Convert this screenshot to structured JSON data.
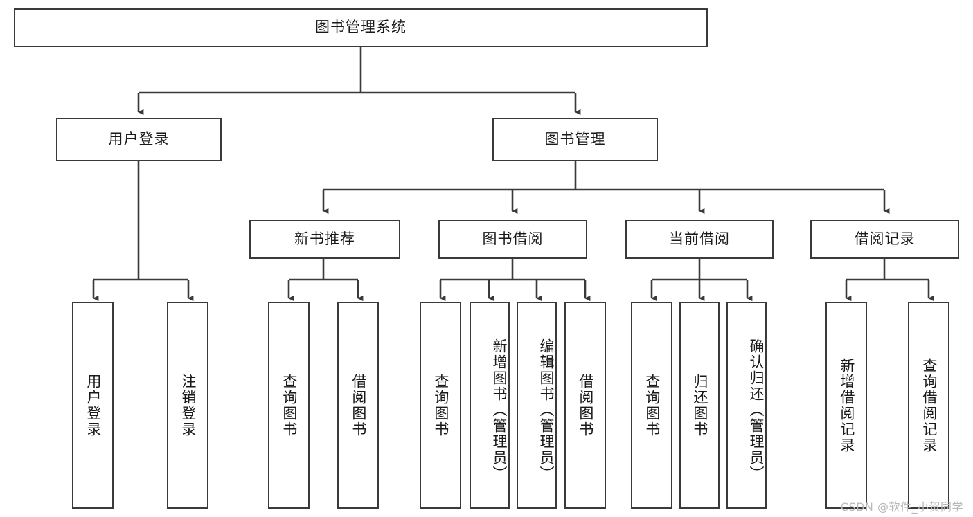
{
  "diagram": {
    "title": "图书管理系统",
    "type": "hierarchy-tree",
    "watermark": "CSDN @软件_小贺同学",
    "colors": {
      "stroke": "#3a3a3a",
      "fill": "#ffffff",
      "text": "#1a1a1a",
      "watermark": "#b9b9b9"
    },
    "root": {
      "label": "图书管理系统"
    },
    "level2": [
      {
        "label": "用户登录"
      },
      {
        "label": "图书管理"
      }
    ],
    "level3": [
      {
        "label": "新书推荐"
      },
      {
        "label": "图书借阅"
      },
      {
        "label": "当前借阅"
      },
      {
        "label": "借阅记录"
      }
    ],
    "leaves": {
      "user_login": [
        {
          "label": "用户登录"
        },
        {
          "label": "注销登录"
        }
      ],
      "new_book": [
        {
          "label": "查询图书"
        },
        {
          "label": "借阅图书"
        }
      ],
      "book_borrow": [
        {
          "label": "查询图书"
        },
        {
          "label": "新增图书（管理员）"
        },
        {
          "label": "编辑图书（管理员）"
        },
        {
          "label": "借阅图书"
        }
      ],
      "current_borrow": [
        {
          "label": "查询图书"
        },
        {
          "label": "归还图书"
        },
        {
          "label": "确认归还（管理员）"
        }
      ],
      "borrow_record": [
        {
          "label": "新增借阅记录"
        },
        {
          "label": "查询借阅记录"
        }
      ]
    }
  }
}
